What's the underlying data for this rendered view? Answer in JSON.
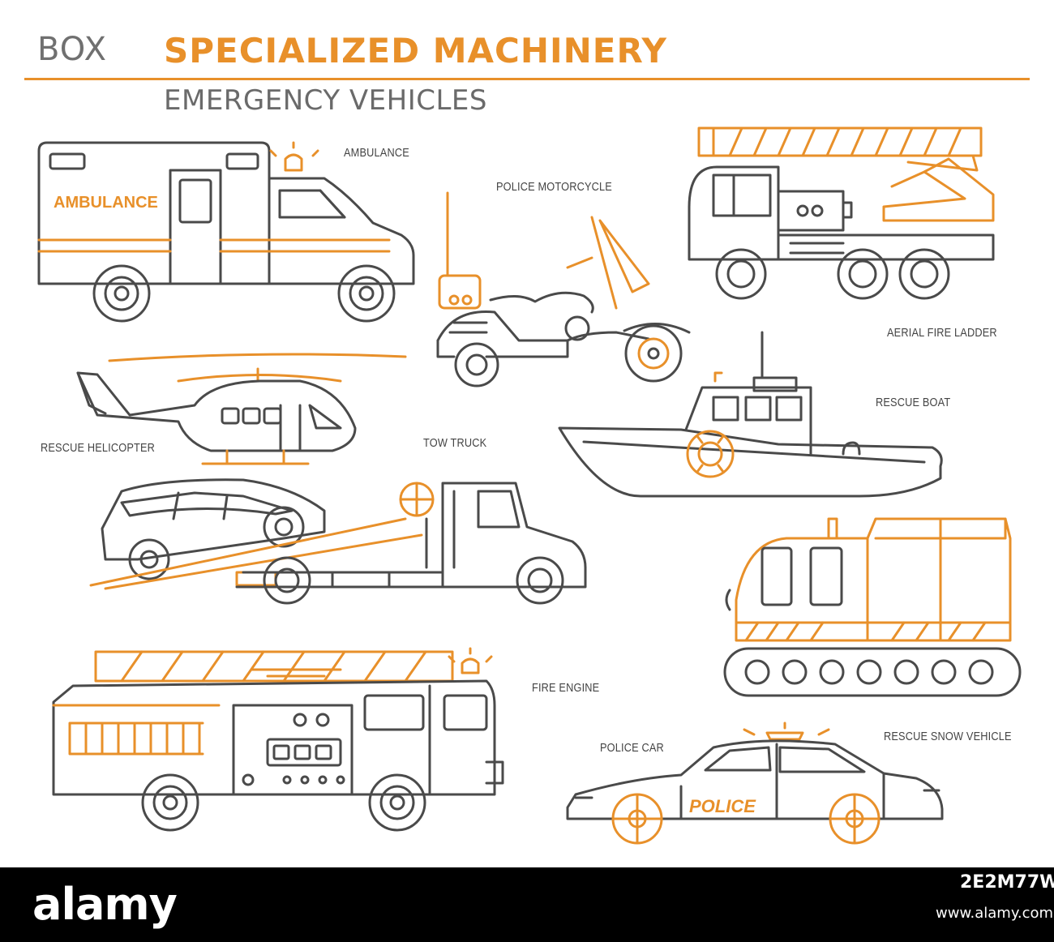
{
  "header": {
    "box_label": "BOX",
    "title": "SPECIALIZED MACHINERY",
    "subtitle": "EMERGENCY VEHICLES"
  },
  "labels": {
    "ambulance": "AMBULANCE",
    "police_motorcycle": "POLICE MOTORCYCLE",
    "aerial_fire_ladder": "AERIAL FIRE LADDER",
    "rescue_boat": "RESCUE BOAT",
    "rescue_helicopter": "RESCUE HELICOPTER",
    "tow_truck": "TOW TRUCK",
    "fire_engine": "FIRE ENGINE",
    "police_car": "POLICE CAR",
    "rescue_snow_vehicle": "RESCUE SNOW VEHICLE"
  },
  "vehicle_text": {
    "ambulance_side": "AMBULANCE",
    "police_side": "POLICE"
  },
  "footer": {
    "brand": "alamy",
    "image_id": "2E2M77W",
    "site": "www.alamy.com"
  },
  "colors": {
    "accent": "#e8902a",
    "line": "#4a4a4a",
    "footer_bg": "#000000"
  }
}
